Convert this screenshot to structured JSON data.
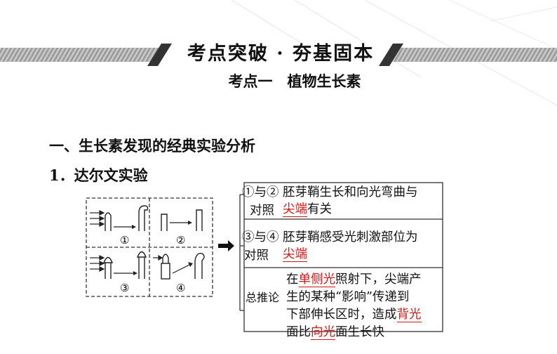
{
  "banner": {
    "title": "考点突破 · 夯基固本"
  },
  "subtitle": "考点一　植物生长素",
  "section_heading": "一、生长素发现的经典实验分析",
  "subsection_heading": "1．达尔文实验",
  "diagram": {
    "labels": [
      "①",
      "②",
      "③",
      "④"
    ]
  },
  "table": {
    "row1": {
      "label_top": "①与②",
      "label_bottom": "对照",
      "text_line1": "胚芽鞘生长和向光弯曲与",
      "highlight": "尖端",
      "text_after": "有关"
    },
    "row2": {
      "label_top": "③与④",
      "label_bottom": "对照",
      "text_line1": "胚芽鞘感受光刺激部位为",
      "highlight": "尖端"
    },
    "row3": {
      "label": "总推论",
      "line1_pre": "在",
      "line1_hl": "单侧光",
      "line1_post": "照射下，尖端产",
      "line2": "生的某种“影响”传递到",
      "line3_pre": "下部伸长区时，造成",
      "line3_hl": "背光",
      "line4_pre": "面比",
      "line4_hl": "向光",
      "line4_post": "面生长快"
    }
  },
  "colors": {
    "highlight": "#d11a1a",
    "banner_bar": "#8a8a8a"
  }
}
